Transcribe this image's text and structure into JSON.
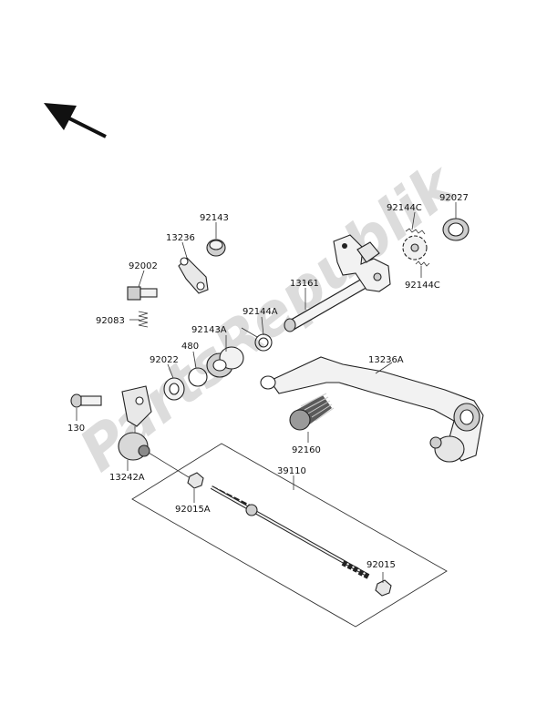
{
  "watermark": "PartsRepublik",
  "colors": {
    "line": "#222222",
    "fill_light": "#f2f2f2",
    "fill_mid": "#cfcfcf",
    "fill_dark": "#8a8a8a",
    "watermark": "#dcdcdc"
  },
  "icons": {
    "direction_arrow": "arrow-up-left-icon"
  },
  "labels": {
    "p92143": "92143",
    "p13236": "13236",
    "p92002": "92002",
    "p92083": "92083",
    "p92144C_top": "92144C",
    "p92027": "92027",
    "p92144C_bottom": "92144C",
    "p13161": "13161",
    "p92144A": "92144A",
    "p92143A": "92143A",
    "p480": "480",
    "p92022": "92022",
    "p13236A": "13236A",
    "p130": "130",
    "p92160": "92160",
    "p13242A": "13242A",
    "p39110": "39110",
    "p92015A": "92015A",
    "p92015": "92015"
  }
}
